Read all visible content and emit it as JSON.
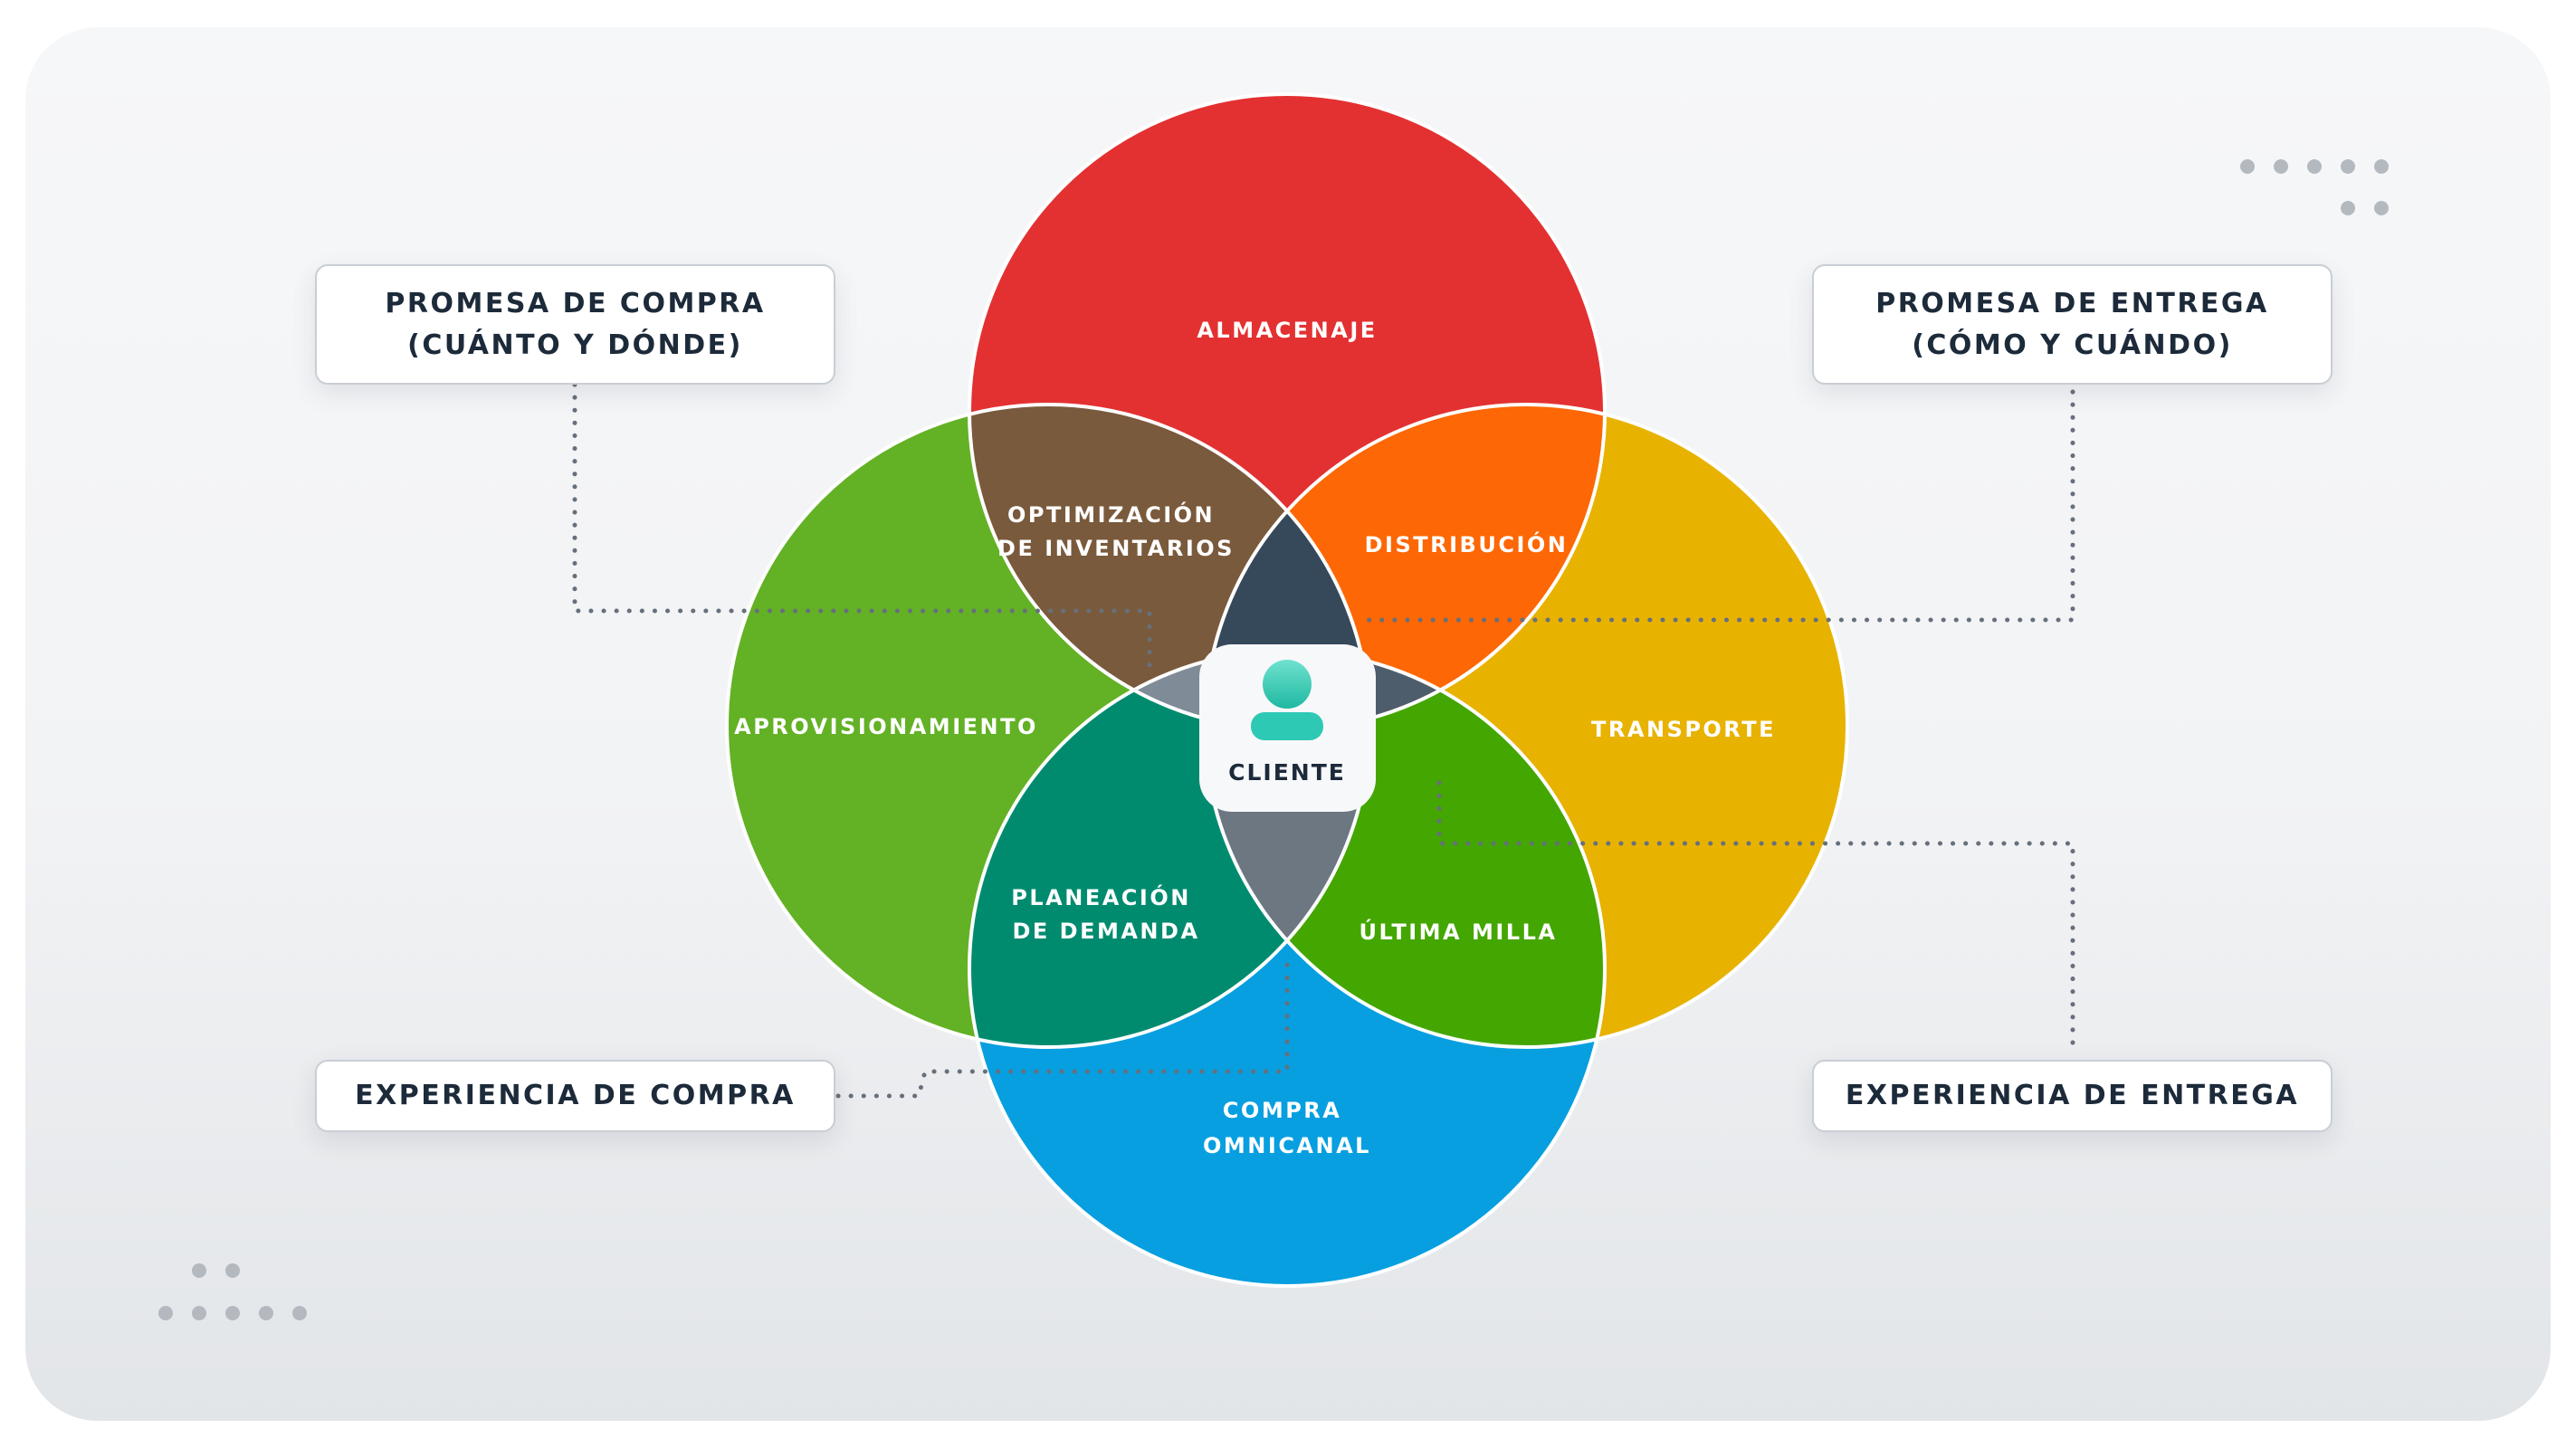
{
  "regions": {
    "almacenaje": "ALMACENAJE",
    "aprovisionamiento": "APROVISIONAMIENTO",
    "transporte": "TRANSPORTE",
    "compra_omnicanal": [
      "COMPRA",
      "OMNICANAL"
    ],
    "optimizacion": [
      "OPTIMIZACIÓN",
      "DE INVENTARIOS"
    ],
    "distribucion": "DISTRIBUCIÓN",
    "planeacion": [
      "PLANEACIÓN",
      "DE DEMANDA"
    ],
    "ultima_milla": "ÚLTIMA MILLA"
  },
  "center": {
    "label": "CLIENTE",
    "icon": "user-icon"
  },
  "callouts": {
    "promesa_compra": [
      "PROMESA DE COMPRA",
      "(CUÁNTO Y DÓNDE)"
    ],
    "promesa_entrega": [
      "PROMESA DE ENTREGA",
      "(CÓMO Y CUÁNDO)"
    ],
    "experiencia_compra": "EXPERIENCIA DE COMPRA",
    "experiencia_entrega": "EXPERIENCIA DE ENTREGA"
  },
  "colors": {
    "almacenaje": "#e33132",
    "aprovisionamiento": "#63b125",
    "transporte": "#e8b200",
    "compra_omnicanal": "#079fe0",
    "optimizacion": "#7a5a3c",
    "distribucion": "#fd6705",
    "planeacion": "#008b6f",
    "ultima_milla": "#44a601",
    "center_top": "#36495b",
    "center_left": "#7f8b96",
    "center_right": "#4e5d6b",
    "center_bottom": "#6c7782",
    "icon_accent": "#2ec9b4"
  }
}
